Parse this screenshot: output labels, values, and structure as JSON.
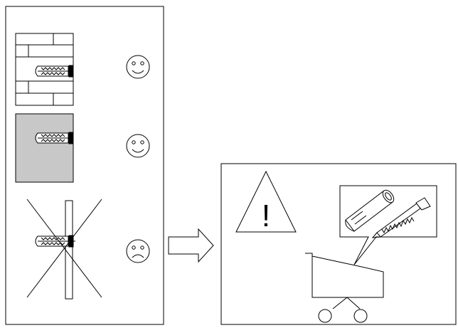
{
  "left_panel": {
    "rows": [
      {
        "wall": "hollow-brick",
        "outcome": "happy"
      },
      {
        "wall": "solid-concrete",
        "outcome": "happy"
      },
      {
        "wall": "thin-board",
        "outcome": "sad",
        "crossed_out": true
      }
    ]
  },
  "right_panel": {
    "warning": "!",
    "items_shown": [
      "plastic-wall-plug",
      "screw"
    ]
  },
  "colors": {
    "stroke": "#000000",
    "concrete_fill": "#c8c8c8",
    "background": "#ffffff"
  }
}
